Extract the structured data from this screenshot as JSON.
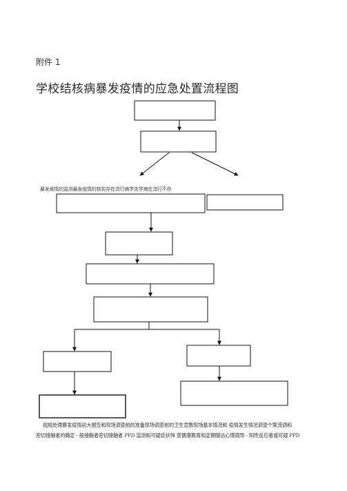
{
  "header": {
    "attachment_label": "附件 1",
    "title": "学校结核病暴发疫情的应急处置流程图"
  },
  "diagram": {
    "branch_note": "暴发疫情的监测暴发疫情的核实存在流行病学关学病在流行不存",
    "footer_line1": "规规处理暴发疫情初大报告和现场调查前的准备现场调查前的卫生宣数现场基本情况和  疫情发生情况调查个案流调和",
    "footer_line2": "密切接触者的确定 - 般接触者密切接触者 PPD 监测和可疑症状筛  查健康教育和定期随访心理疏导 - 阳性反应者或可疑 PPD"
  }
}
